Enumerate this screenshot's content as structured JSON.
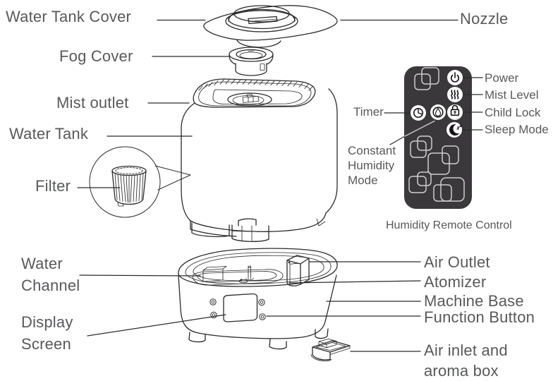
{
  "labels": {
    "water_tank_cover": "Water Tank Cover",
    "nozzle": "Nozzle",
    "fog_cover": "Fog Cover",
    "mist_outlet": "Mist outlet",
    "water_tank": "Water Tank",
    "filter": "Filter",
    "water_channel": [
      "Water",
      "Channel"
    ],
    "display_screen": [
      "Display",
      "Screen"
    ],
    "air_outlet": "Air Outlet",
    "atomizer": "Atomizer",
    "machine_base": "Machine Base",
    "function_button": "Function Button",
    "air_inlet_aroma_box": [
      "Air inlet and",
      "aroma box"
    ]
  },
  "remote": {
    "caption": "Humidity Remote Control",
    "button_labels": {
      "power": "Power",
      "mist_level": "Mist Level",
      "child_lock": "Child Lock",
      "sleep_mode": "Sleep Mode",
      "timer": "Timer",
      "constant_humidity_mode": [
        "Constant",
        "Humidity",
        "Mode"
      ]
    },
    "button_icons": [
      "power-icon",
      "mist-level-icon",
      "child-lock-icon",
      "sleep-mode-icon",
      "timer-icon",
      "water-drop-icon"
    ]
  },
  "colors": {
    "label_text": "#58595b",
    "line_art": "#2b2b2b",
    "remote_body": "#3a383b",
    "remote_decor": "#cdcdcd",
    "remote_button_bg": "#ffffff",
    "remote_icon": "#141414",
    "background": "#ffffff"
  }
}
